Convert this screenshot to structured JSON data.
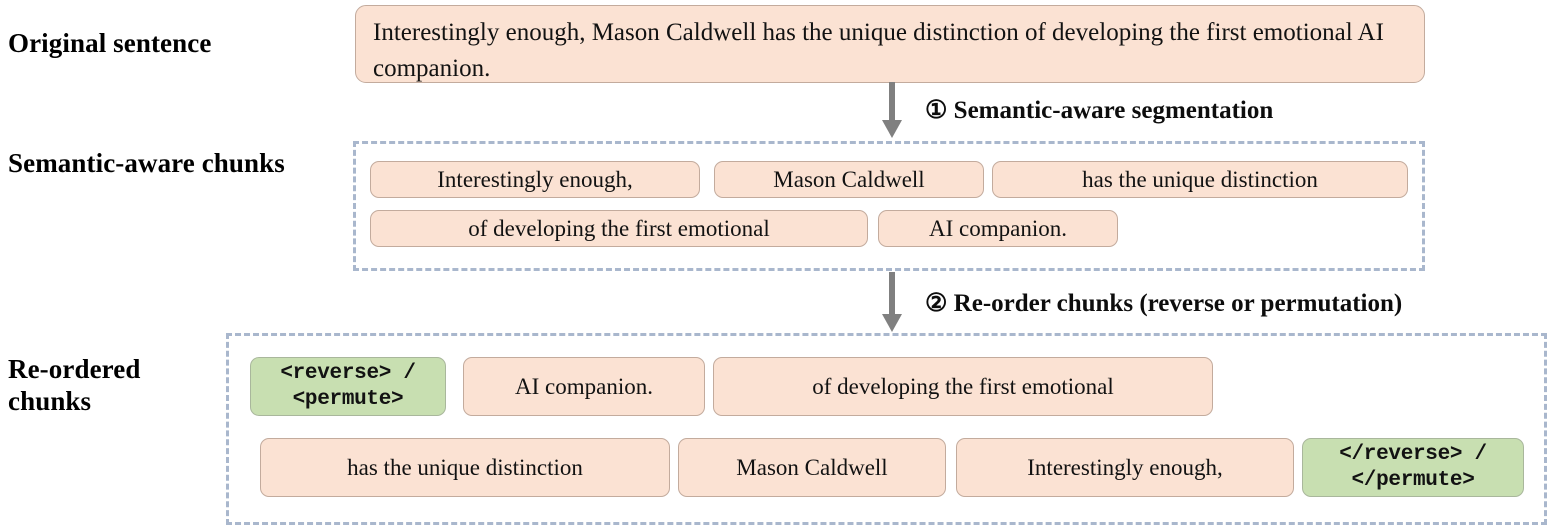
{
  "labels": {
    "original": "Original sentence",
    "chunks": "Semantic-aware chunks",
    "reordered": "Re-ordered\nchunks"
  },
  "original_sentence": {
    "text": "Interestingly enough, Mason Caldwell has the unique distinction of developing the first emotional AI companion."
  },
  "steps": [
    {
      "marker": "①",
      "label": "Semantic-aware segmentation",
      "caption": "① Semantic-aware segmentation"
    },
    {
      "marker": "②",
      "label": "Re-order chunks (reverse or permutation)",
      "caption": "② Re-order chunks (reverse or permutation)"
    }
  ],
  "semantic_chunks": {
    "row1": [
      {
        "text": "Interestingly enough,"
      },
      {
        "text": "Mason Caldwell"
      },
      {
        "text": "has the unique distinction"
      }
    ],
    "row2": [
      {
        "text": "of developing the first emotional"
      },
      {
        "text": "AI companion."
      }
    ]
  },
  "reordered_chunks": {
    "row1": [
      {
        "text": "<reverse> /\n<permute>",
        "kind": "tag"
      },
      {
        "text": "AI companion.",
        "kind": "chunk"
      },
      {
        "text": "of developing the first emotional",
        "kind": "chunk"
      }
    ],
    "row2": [
      {
        "text": "has the unique distinction",
        "kind": "chunk"
      },
      {
        "text": "Mason Caldwell",
        "kind": "chunk"
      },
      {
        "text": "Interestingly enough,",
        "kind": "chunk"
      },
      {
        "text": "</reverse> /\n</permute>",
        "kind": "tag"
      }
    ]
  },
  "colors": {
    "chunk_fill": "#fbe2d3",
    "chunk_border": "#c3ab9d",
    "tag_fill": "#c8dfb1",
    "tag_border": "#a9b79c",
    "dashed_border": "#a9b7cd",
    "arrow": "#808080",
    "text": "#121212"
  }
}
